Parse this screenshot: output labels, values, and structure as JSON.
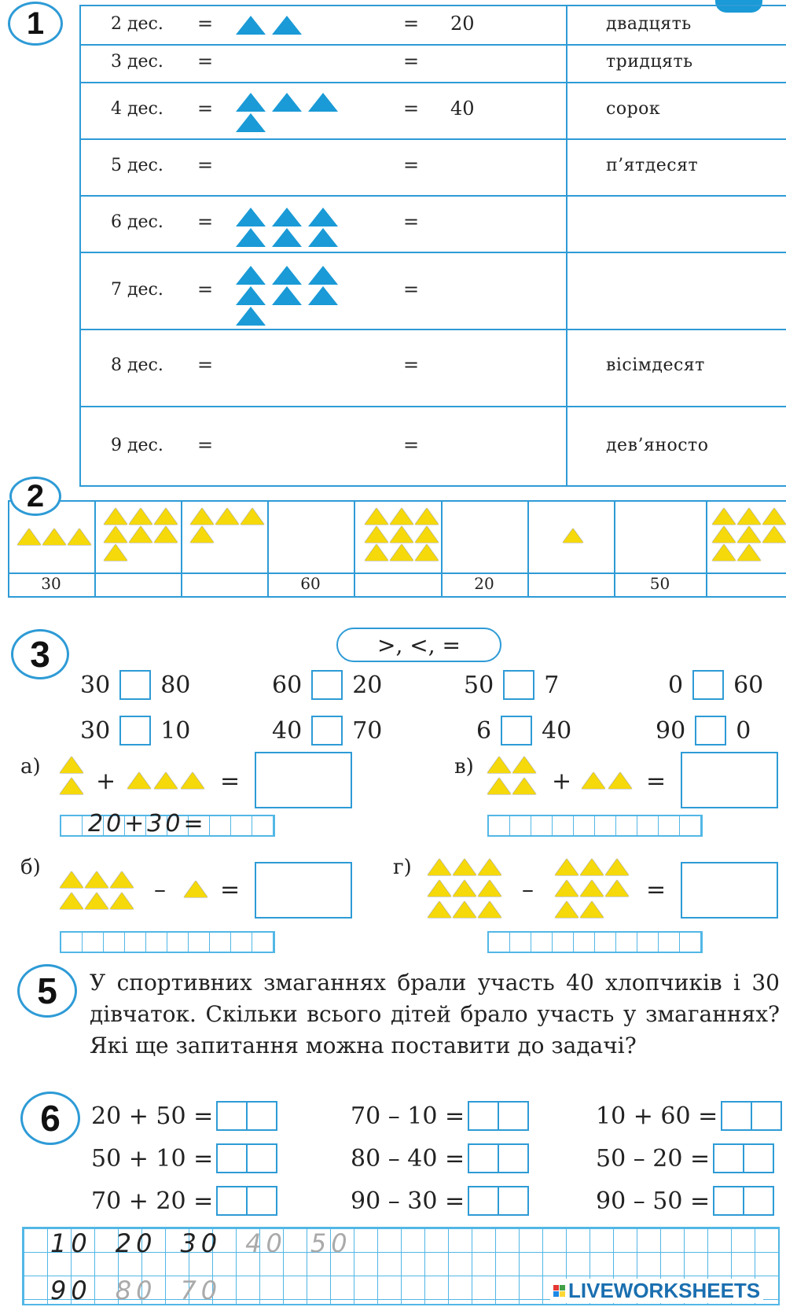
{
  "section1": {
    "number": "1",
    "rows": [
      {
        "label": "2 дес.",
        "eq1": "=",
        "eq2": "=",
        "value": "20",
        "word": "двадцять"
      },
      {
        "label": "3 дес.",
        "eq1": "=",
        "eq2": "=",
        "value": "",
        "word": "тридцять"
      },
      {
        "label": "4 дес.",
        "eq1": "=",
        "eq2": "=",
        "value": "40",
        "word": "сорок"
      },
      {
        "label": "5 дес.",
        "eq1": "=",
        "eq2": "=",
        "value": "",
        "word": "п’ятдесят"
      },
      {
        "label": "6 дес.",
        "eq1": "=",
        "eq2": "=",
        "value": "",
        "word": ""
      },
      {
        "label": "7 дес.",
        "eq1": "=",
        "eq2": "=",
        "value": "",
        "word": ""
      },
      {
        "label": "8 дес.",
        "eq1": "=",
        "eq2": "=",
        "value": "",
        "word": "вісімдесят"
      },
      {
        "label": "9 дес.",
        "eq1": "=",
        "eq2": "=",
        "value": "",
        "word": "дев’яносто"
      }
    ]
  },
  "section2": {
    "number": "2",
    "numbers": [
      "30",
      "",
      "",
      "60",
      "",
      "20",
      "",
      "50",
      ""
    ]
  },
  "section3": {
    "number": "3",
    "signs": ">, <, =",
    "comparisons": [
      {
        "a": "30",
        "b": "80"
      },
      {
        "a": "60",
        "b": "20"
      },
      {
        "a": "50",
        "b": "7"
      },
      {
        "a": "0",
        "b": "60"
      },
      {
        "a": "30",
        "b": "10"
      },
      {
        "a": "40",
        "b": "70"
      },
      {
        "a": "6",
        "b": "40"
      },
      {
        "a": "90",
        "b": "0"
      }
    ],
    "tasks": {
      "a": {
        "label": "а)",
        "op": "+",
        "eq": "=",
        "hint": "20+30="
      },
      "v": {
        "label": "в)",
        "op": "+",
        "eq": "="
      },
      "b": {
        "label": "б)",
        "op": "–",
        "eq": "="
      },
      "g": {
        "label": "г)",
        "op": "–",
        "eq": "="
      }
    }
  },
  "section5": {
    "number": "5",
    "text": "У спортивних змаганнях брали участь 40 хлопчиків і 30 дівчаток. Скільки всього дітей брало участь у змаганнях? Які ще запитання можна поставити до задачі?"
  },
  "section6": {
    "number": "6",
    "expressions": [
      "20 + 50 =",
      "70 – 10 =",
      "10 + 60 =",
      "50 + 10 =",
      "80 – 40 =",
      "50 – 20 =",
      "70 + 20 =",
      "90 – 30 =",
      "90 – 50 ="
    ],
    "handwriting_row1": [
      "10",
      "20",
      "30",
      "40",
      "50"
    ],
    "handwriting_row2": [
      "90",
      "80",
      "70"
    ]
  },
  "watermark": "LIVEWORKSHEETS"
}
